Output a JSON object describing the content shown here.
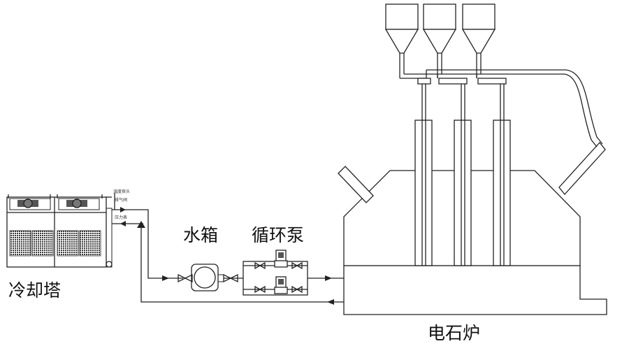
{
  "labels": {
    "cooling_tower": "冷却塔",
    "water_tank": "水箱",
    "circulation_pump": "循环泵",
    "electric_furnace": "电石炉",
    "monitor_probe": "温度探头",
    "vent_valve": "排气阀",
    "pressure_gauge": "压力表"
  },
  "colors": {
    "line": "#222222",
    "fan_fill": "#555555",
    "grille_fill": "#3a3a3a",
    "background": "#ffffff"
  },
  "icons": {
    "valve": "bowtie-valve-icon",
    "arrow": "flow-arrow-icon",
    "pump": "pump-icon",
    "fan": "fan-icon"
  }
}
